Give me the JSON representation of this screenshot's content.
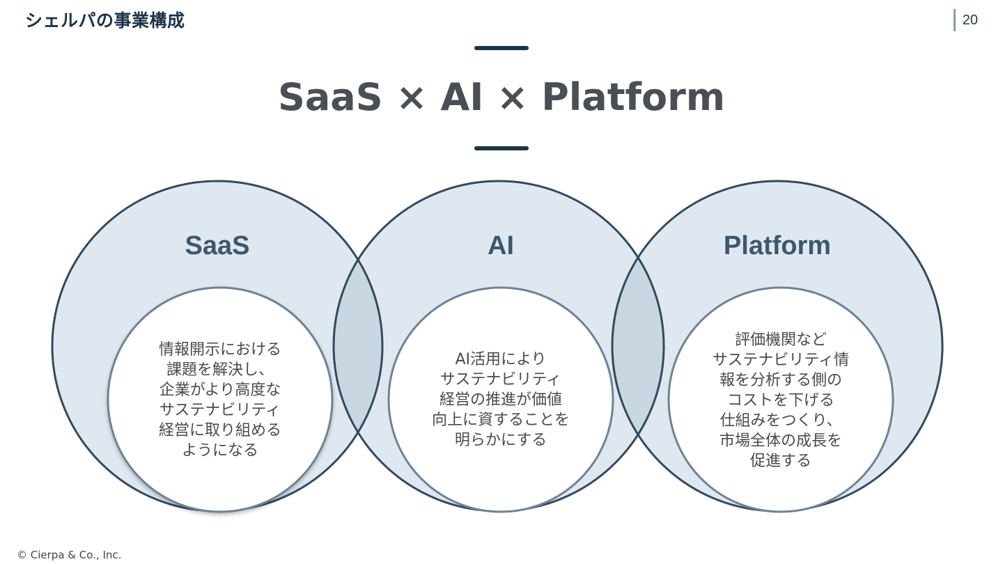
{
  "header": {
    "title": "シェルパの事業構成",
    "page_number": "20"
  },
  "main_title": "SaaS × AI × Platform",
  "circles": [
    {
      "heading": "SaaS",
      "lines": [
        "情報開示における",
        "課題を解決し、",
        "企業がより高度な",
        "サステナビリティ",
        "経営に取り組める",
        "ようになる"
      ]
    },
    {
      "heading": "AI",
      "lines": [
        "AI活用により",
        "サステナビリティ",
        "経営の推進が価値",
        "向上に資することを",
        "明らかにする"
      ]
    },
    {
      "heading": "Platform",
      "lines": [
        "評価機関など",
        "サステナビリティ情",
        "報を分析する側の",
        "コストを下げる",
        "仕組みをつくり、",
        "市場全体の成長を",
        "促進する"
      ]
    }
  ],
  "colors": {
    "outer_fill": "#dfe8f0",
    "overlap_fill": "#c9d7e3",
    "outer_stroke": "#34495c",
    "inner_stroke": "#6e8394",
    "accent": "#1e3448"
  },
  "footer": {
    "copyright": "© Cierpa & Co., Inc."
  }
}
